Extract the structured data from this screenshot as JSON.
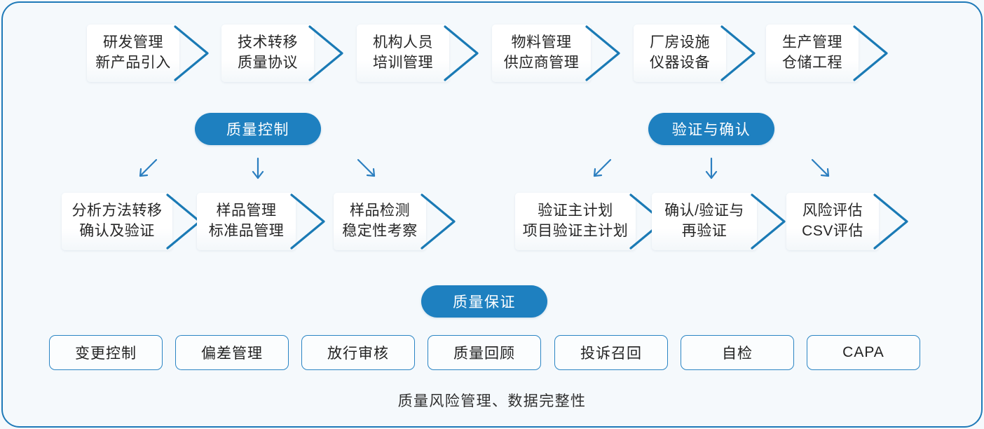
{
  "theme": {
    "background": "#f5f9fc",
    "frame_border": "#1f7ab8",
    "accent_blue": "#1e80c0",
    "chevron_stroke": "#1a7ab5",
    "box_border": "#2b85c4",
    "text_dark": "#262626"
  },
  "rows": {
    "top_row": {
      "name": "top-process-row",
      "steps": [
        {
          "line1": "研发管理",
          "line2": "新产品引入"
        },
        {
          "line1": "技术转移",
          "line2": "质量协议"
        },
        {
          "line1": "机构人员",
          "line2": "培训管理"
        },
        {
          "line1": "物料管理",
          "line2": "供应商管理"
        },
        {
          "line1": "厂房设施",
          "line2": "仪器设备"
        },
        {
          "line1": "生产管理",
          "line2": "仓储工程"
        }
      ]
    },
    "middle_row": {
      "name": "middle-process-row",
      "steps": [
        {
          "line1": "分析方法转移",
          "line2": "确认及验证"
        },
        {
          "line1": "样品管理",
          "line2": "标准品管理"
        },
        {
          "line1": "样品检测",
          "line2": "稳定性考察"
        },
        {
          "line1": "验证主计划",
          "line2": "项目验证主计划"
        },
        {
          "line1": "确认/验证与",
          "line2": "再验证"
        },
        {
          "line1": "风险评估",
          "line2": "CSV评估"
        }
      ]
    },
    "bottom_row": {
      "name": "quality-assurance-row",
      "items": [
        "变更控制",
        "偏差管理",
        "放行审核",
        "质量回顾",
        "投诉召回",
        "自检",
        "CAPA"
      ]
    }
  },
  "pills": [
    {
      "label": "质量控制",
      "name": "pill-quality-control"
    },
    {
      "label": "验证与确认",
      "name": "pill-validation-qualification"
    },
    {
      "label": "质量保证",
      "name": "pill-quality-assurance"
    }
  ],
  "connectors": [
    {
      "name": "arrow-down-left",
      "direction": "down-left"
    },
    {
      "name": "arrow-down",
      "direction": "down"
    },
    {
      "name": "arrow-down-right",
      "direction": "down-right"
    },
    {
      "name": "arrow-down-left",
      "direction": "down-left"
    },
    {
      "name": "arrow-down",
      "direction": "down"
    },
    {
      "name": "arrow-down-right",
      "direction": "down-right"
    }
  ],
  "footer": {
    "text": "质量风险管理、数据完整性"
  }
}
